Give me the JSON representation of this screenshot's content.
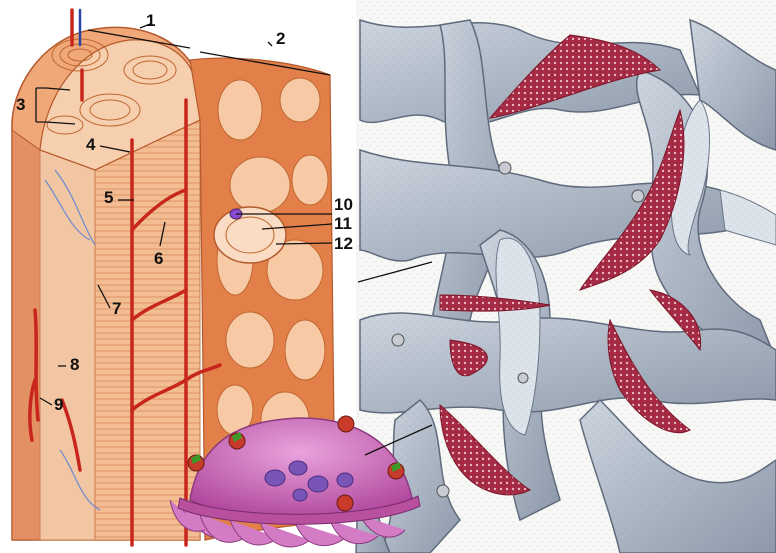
{
  "figure": {
    "left_panel": "compact-bone-section",
    "right_panel": "spongy-bone-trabeculae",
    "inset": "osteoclast-cell"
  },
  "callouts": {
    "c1": "1",
    "c2": "2",
    "c3": "3",
    "c4": "4",
    "c5": "5",
    "c6": "6",
    "c7": "7",
    "c8": "8",
    "c9": "9",
    "c10": "10",
    "c11": "11",
    "c12": "12"
  },
  "colors": {
    "bone_orange": "#e89a6a",
    "bone_light": "#f4c5a0",
    "vessel_red": "#c8261c",
    "trabecula_gray": "#b9c2cf",
    "marrow_red": "#9c2038",
    "cell_pink": "#c95fb8"
  }
}
